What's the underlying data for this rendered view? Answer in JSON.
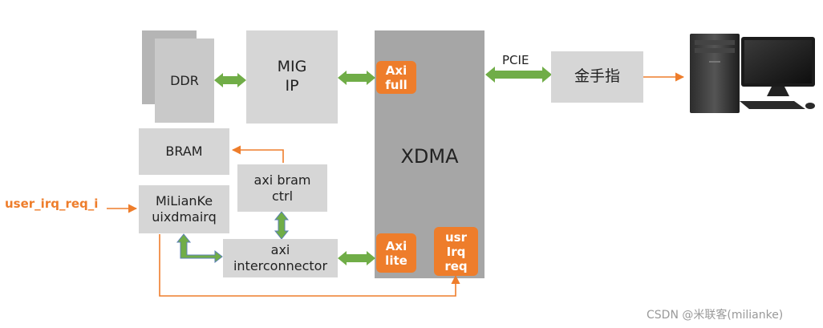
{
  "blocks": {
    "ddr": "DDR",
    "mig": [
      "MIG",
      "IP"
    ],
    "bram": "BRAM",
    "axi_bram_ctrl": [
      "axi bram",
      "ctrl"
    ],
    "milianke": [
      "MiLianKe",
      "uixdmairq"
    ],
    "axi_interconnector": [
      "axi",
      "interconnector"
    ],
    "xdma": "XDMA",
    "axi_full": [
      "Axi",
      "full"
    ],
    "axi_lite": [
      "Axi",
      "lite"
    ],
    "usr_irq_req": [
      "usr",
      "Irq",
      "req"
    ],
    "gold_finger": "金手指"
  },
  "labels": {
    "pcie": "PCIE",
    "user_irq_input": "user_irq_req_i"
  },
  "icons": {
    "host": "desktop-computer-icon"
  },
  "watermark": "CSDN @米联客(milianke)",
  "colors": {
    "block_gray": "#d6d6d6",
    "xdma_gray": "#a6a6a6",
    "accent_orange": "#ee7d2b",
    "arrow_green": "#70ad47",
    "arrow_blue": "#5b7fb5"
  }
}
